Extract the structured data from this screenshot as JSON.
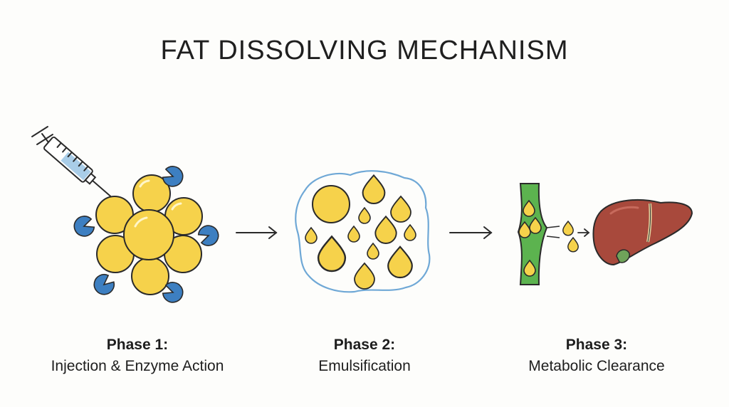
{
  "title": "FAT DISSOLVING MECHANISM",
  "colors": {
    "fat": "#f6d24b",
    "outline": "#2a2a2a",
    "enzyme": "#3d7fc1",
    "membrane": "#6fa8d6",
    "vessel": "#5cb34f",
    "liver": "#a8493c",
    "gallbladder": "#6fa35a"
  },
  "phases": [
    {
      "phase": "Phase 1:",
      "description": "Injection & Enzyme Action",
      "icon": "syringe-fat-cluster-icon"
    },
    {
      "phase": "Phase 2:",
      "description": "Emulsification",
      "icon": "emulsified-droplets-icon"
    },
    {
      "phase": "Phase 3:",
      "description": "Metabolic Clearance",
      "icon": "blood-vessel-liver-icon"
    }
  ]
}
